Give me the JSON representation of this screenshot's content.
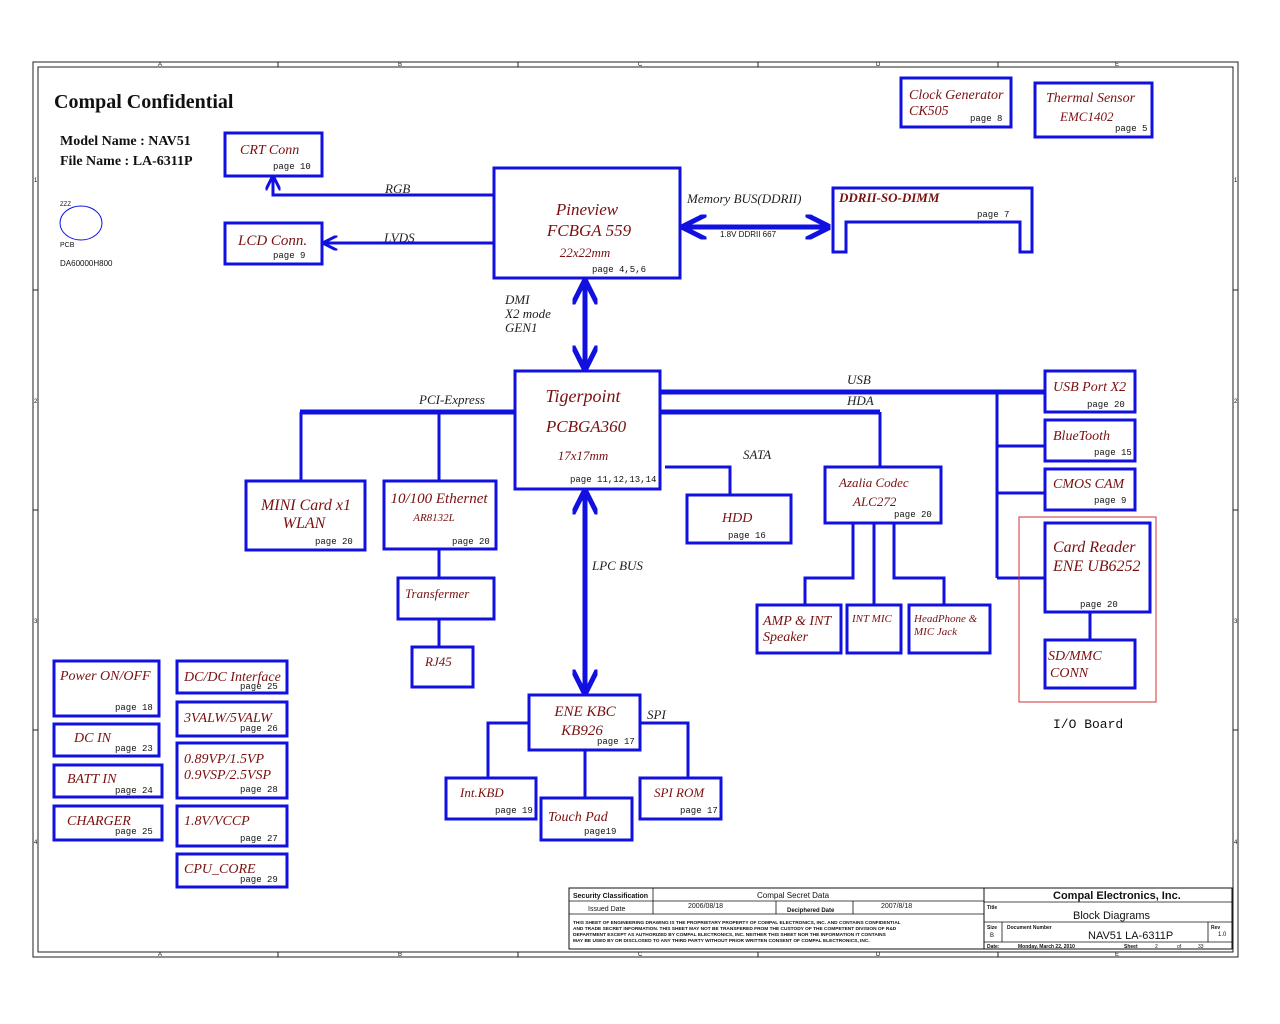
{
  "header": {
    "title": "Compal Confidential",
    "model_label": "Model Name : NAV51",
    "file_label": "File Name : LA-6311P",
    "zzz": "ZZZ",
    "pcb": "PCB",
    "part_no": "DA60000H800"
  },
  "border": {
    "cols": [
      "A",
      "B",
      "C",
      "D",
      "E"
    ],
    "rows": [
      "1",
      "2",
      "3",
      "4"
    ]
  },
  "blocks": {
    "clock": {
      "l1": "Clock Generator",
      "l2": "CK505",
      "page": "page 8"
    },
    "thermal": {
      "l1": "Thermal Sensor",
      "l2": "EMC1402",
      "page": "page 5"
    },
    "crt": {
      "l1": "CRT Conn",
      "page": "page 10"
    },
    "lcd": {
      "l1": "LCD Conn.",
      "page": "page 9"
    },
    "pineview": {
      "l1": "Pineview",
      "l2": "FCBGA 559",
      "l3": "22x22mm",
      "page": "page 4,5,6"
    },
    "ddr": {
      "l1": "DDRII-SO-DIMM",
      "page": "page 7"
    },
    "tigerpoint": {
      "l1": "Tigerpoint",
      "l2": "PCBGA360",
      "l3": "17x17mm",
      "page": "page 11,12,13,14"
    },
    "usbport": {
      "l1": "USB Port X2",
      "page": "page 20"
    },
    "bluetooth": {
      "l1": "BlueTooth",
      "page": "page 15"
    },
    "cmoscam": {
      "l1": "CMOS CAM",
      "page": "page 9"
    },
    "cardreader": {
      "l1": "Card Reader",
      "l2": "ENE UB6252",
      "page": "page 20"
    },
    "sdmmc": {
      "l1": "SD/MMC",
      "l2": "CONN"
    },
    "minicard": {
      "l1": "MINI Card x1",
      "l2": "WLAN",
      "page": "page 20"
    },
    "ethernet": {
      "l1": "10/100 Ethernet",
      "l2": "AR8132L",
      "page": "page 20"
    },
    "transformer": {
      "l1": "Transfermer"
    },
    "rj45": {
      "l1": "RJ45"
    },
    "hdd": {
      "l1": "HDD",
      "page": "page 16"
    },
    "azalia": {
      "l1": "Azalia Codec",
      "l2": "ALC272",
      "page": "page 20"
    },
    "amp": {
      "l1": "AMP & INT",
      "l2": "Speaker"
    },
    "intmic": {
      "l1": "INT MIC"
    },
    "headphone": {
      "l1": "HeadPhone &",
      "l2": "MIC Jack"
    },
    "kbc": {
      "l1": "ENE KBC",
      "l2": "KB926",
      "page": "page 17"
    },
    "intkbd": {
      "l1": "Int.KBD",
      "page": "page 19"
    },
    "touchpad": {
      "l1": "Touch Pad",
      "page": "page19"
    },
    "spirom": {
      "l1": "SPI ROM",
      "page": "page 17"
    },
    "poweronoff": {
      "l1": "Power ON/OFF",
      "page": "page 18"
    },
    "dcin": {
      "l1": "DC IN",
      "page": "page 23"
    },
    "battin": {
      "l1": "BATT IN",
      "page": "page 24"
    },
    "charger": {
      "l1": "CHARGER",
      "page": "page 25"
    },
    "dcdc": {
      "l1": "DC/DC Interface",
      "page": "page 25"
    },
    "v3": {
      "l1": "3VALW/5VALW",
      "page": "page 26"
    },
    "v089": {
      "l1": "0.89VP/1.5VP",
      "l2": "0.9VSP/2.5VSP",
      "page": "page 28"
    },
    "v18": {
      "l1": "1.8V/VCCP",
      "page": "page 27"
    },
    "cpucore": {
      "l1": "CPU_CORE",
      "page": "page 29"
    }
  },
  "signals": {
    "rgb": "RGB",
    "lvds": "LVDS",
    "membus": "Memory BUS(DDRII)",
    "ddrspeed": "1.8V DDRII 667",
    "dmi1": "DMI",
    "dmi2": "X2 mode",
    "dmi3": "GEN1",
    "usb": "USB",
    "hda": "HDA",
    "pcie": "PCI-Express",
    "sata": "SATA",
    "lpc": "LPC BUS",
    "spi": "SPI"
  },
  "io_board": "I/O Board",
  "title_block": {
    "security": "Security Classification",
    "secret": "Compal Secret Data",
    "issued_label": "Issued Date",
    "issued": "2006/08/18",
    "deciphered_label": "Deciphered Date",
    "deciphered": "2007/8/18",
    "notice1": "THIS SHEET OF ENGINEERING DRAWING IS THE PROPRIETARY PROPERTY OF COMPAL ELECTRONICS, INC. AND CONTAINS CONFIDENTIAL",
    "notice2": "AND TRADE SECRET INFORMATION. THIS SHEET MAY NOT BE TRANSFERED FROM THE CUSTODY OF THE COMPETENT DIVISION OF R&D",
    "notice3": "DEPARTMENT EXCEPT AS AUTHORIZED BY COMPAL ELECTRONICS, INC. NEITHER THIS SHEET NOR THE INFORMATION IT CONTAINS",
    "notice4": "MAY BE USED BY OR DISCLOSED TO ANY THIRD PARTY WITHOUT PRIOR WRITTEN CONSENT OF COMPAL ELECTRONICS, INC.",
    "company": "Compal Electronics, Inc.",
    "title_label": "Title",
    "title": "Block Diagrams",
    "size_label": "Size",
    "size": "B",
    "docnum_label": "Document Number",
    "docnum": "NAV51 LA-6311P",
    "rev_label": "Rev",
    "rev": "1.0",
    "date_label": "Date:",
    "date": "Monday, March 22, 2010",
    "sheet_label": "Sheet",
    "sheet": "2",
    "of_label": "of",
    "total": "33"
  }
}
